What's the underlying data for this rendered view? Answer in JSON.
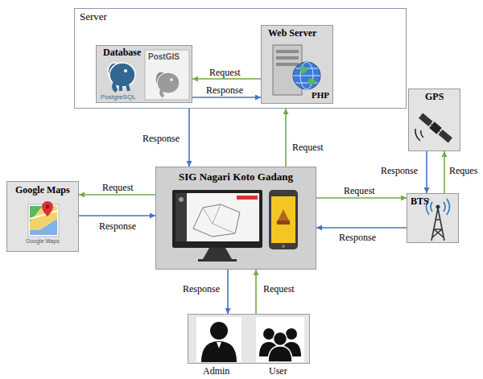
{
  "diagram": {
    "nodes": [
      {
        "text": [
          "Server"
        ]
      },
      {
        "text": [
          "Database",
          "PostgreSQL",
          "PostGIS"
        ],
        "in": 0
      },
      {
        "text": [
          "Web Server",
          "PHP"
        ],
        "in": 0
      },
      {
        "text": [
          "GPS"
        ]
      },
      {
        "text": [
          "Google Maps",
          "Google Maps"
        ]
      },
      {
        "text": [
          "SIG Nagari Koto Gadang"
        ]
      },
      {
        "text": [
          "BTS"
        ]
      },
      {
        "text": [
          "Admin",
          "User"
        ]
      }
    ],
    "edges": [
      {
        "from": 2,
        "to": 1,
        "label": "Request",
        "arrow": "to"
      },
      {
        "from": 1,
        "to": 2,
        "label": "Response",
        "arrow": "to"
      },
      {
        "from": 0,
        "to": 5,
        "label": "Response",
        "arrow": "to"
      },
      {
        "from": 5,
        "to": 0,
        "label": "Request",
        "arrow": "to"
      },
      {
        "from": 5,
        "to": 4,
        "label": "Request",
        "arrow": "to"
      },
      {
        "from": 4,
        "to": 5,
        "label": "Response",
        "arrow": "to"
      },
      {
        "from": 5,
        "to": 6,
        "label": "Request",
        "arrow": "to"
      },
      {
        "from": 6,
        "to": 5,
        "label": "Response",
        "arrow": "to"
      },
      {
        "from": 3,
        "to": 6,
        "label": "Response",
        "arrow": "to"
      },
      {
        "from": 6,
        "to": 3,
        "label": "Reques",
        "arrow": "to"
      },
      {
        "from": 5,
        "to": 7,
        "label": "Response",
        "arrow": "to"
      },
      {
        "from": 7,
        "to": 5,
        "label": "Request",
        "arrow": "to"
      }
    ]
  }
}
